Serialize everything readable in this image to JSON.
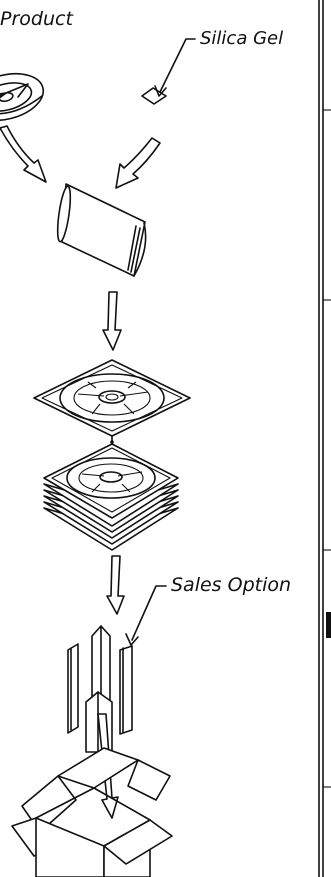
{
  "labels": {
    "product": "Product",
    "silica_gel": "Silica Gel",
    "sales_option": "Sales Option"
  },
  "icons": {
    "reel": "reel-icon",
    "silica_packet": "silica-gel-packet-icon",
    "moisture_bag": "moisture-barrier-bag-icon",
    "sealed_bag": "sealed-reel-bag-icon",
    "bag_stack": "stacked-bags-icon",
    "sales_option": "sales-option-inserts-icon",
    "carton": "carton-box-icon",
    "arrow": "flow-arrow-icon"
  },
  "colors": {
    "line": "#111111",
    "background": "#ffffff"
  }
}
